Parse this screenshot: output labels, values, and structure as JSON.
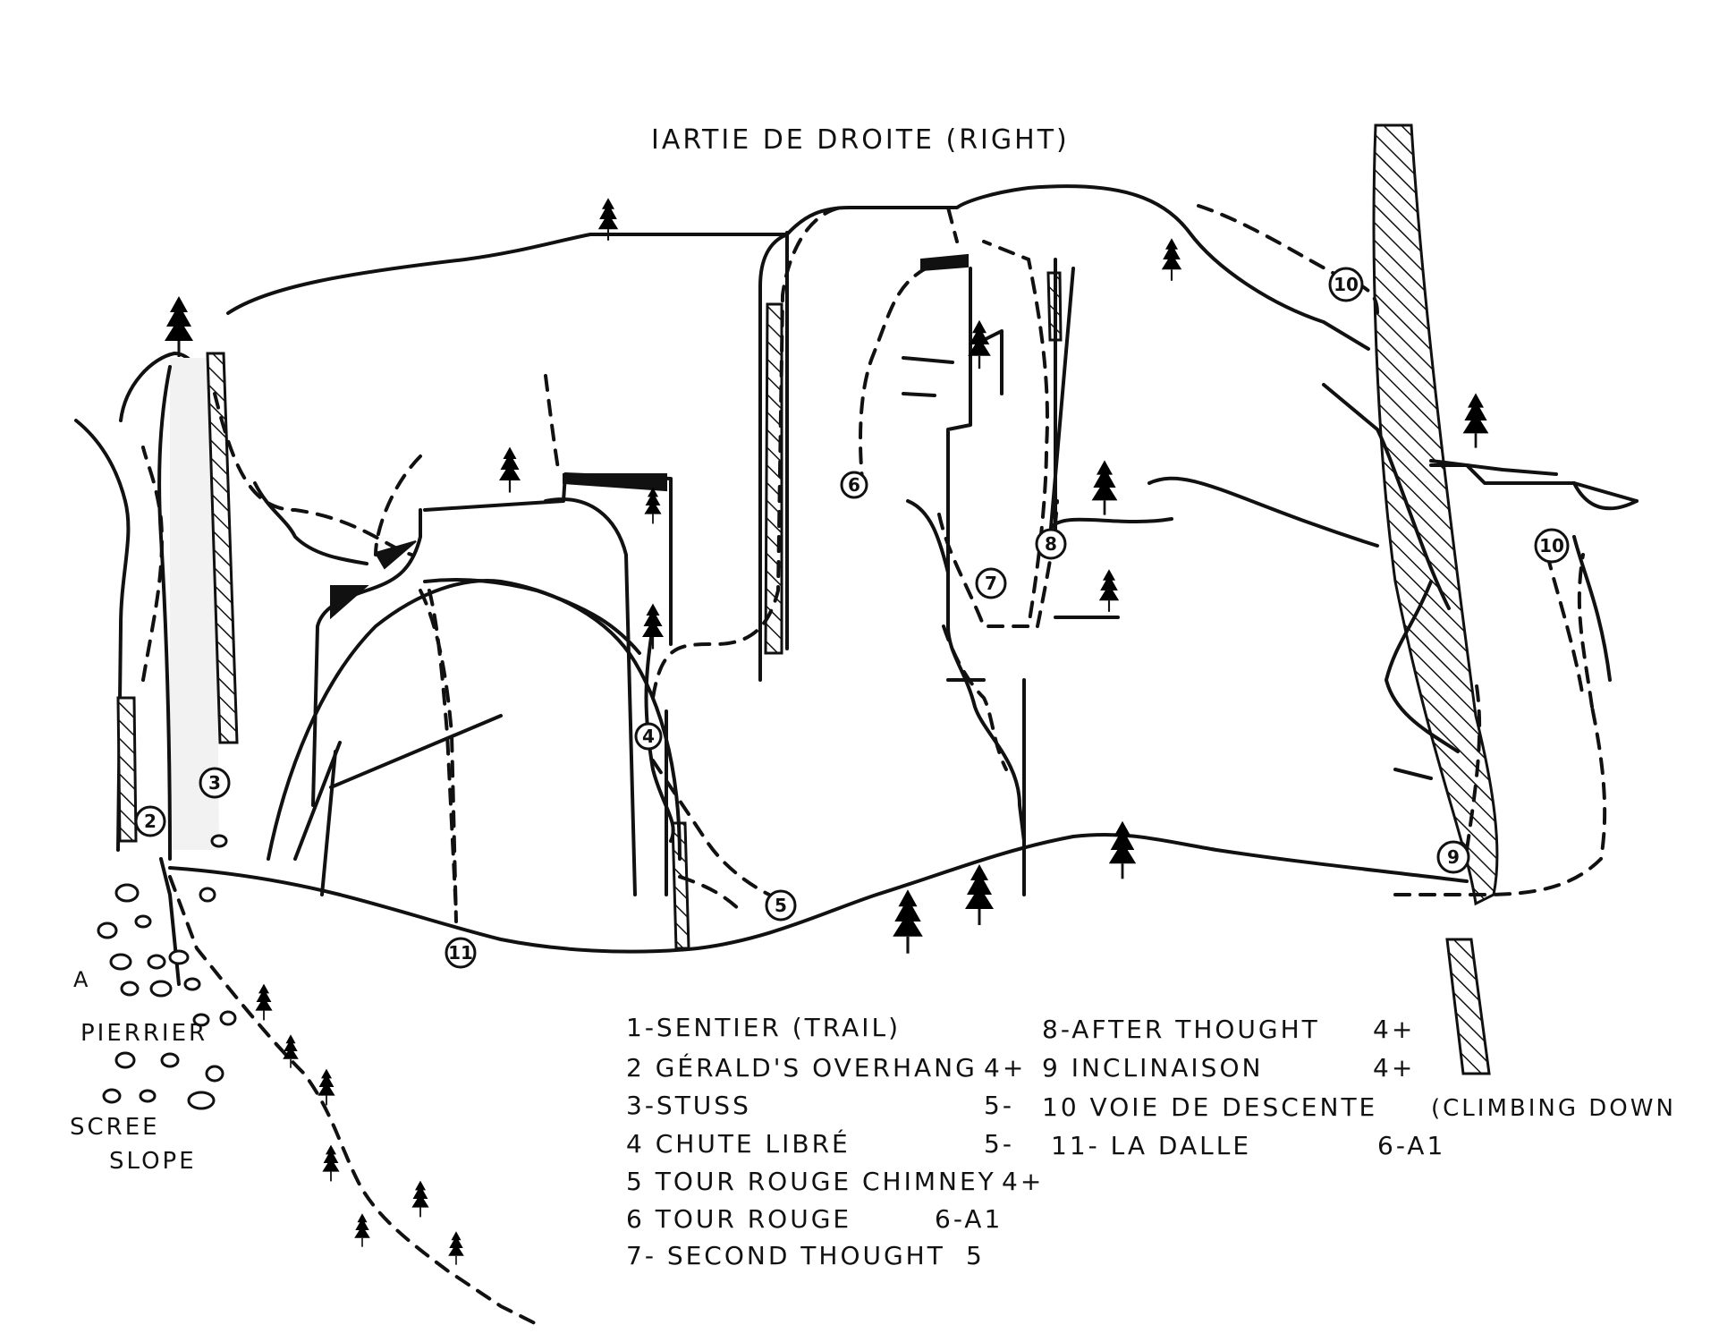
{
  "title": "IARTIE DE DROITE (RIGHT)",
  "labels": {
    "pierrier": "PIERRIER",
    "scree": "SCREE",
    "slope": "SLOPE",
    "pierrier_prefix": "A"
  },
  "route_markers": [
    "2",
    "3",
    "4",
    "5",
    "6",
    "7",
    "8",
    "9",
    "10",
    "10",
    "11"
  ],
  "legend": {
    "left": [
      {
        "name": "1-SENTIER (TRAIL)",
        "grade": ""
      },
      {
        "name": "2 GÉRALD'S OVERHANG",
        "grade": "4+"
      },
      {
        "name": "3-STUSS",
        "grade": "5-"
      },
      {
        "name": "4 CHUTE LIBRÉ",
        "grade": "5-"
      },
      {
        "name": "5 TOUR ROUGE CHIMNEY",
        "grade": "4+"
      },
      {
        "name": "6 TOUR ROUGE",
        "grade": "6-A1"
      },
      {
        "name": "7- SECOND THOUGHT",
        "grade": "5"
      }
    ],
    "right": [
      {
        "name": "8-AFTER THOUGHT",
        "grade": "4+"
      },
      {
        "name": "9 INCLINAISON",
        "grade": "4+"
      },
      {
        "name": "10 VOIE DE DESCENTE",
        "grade": "(CLIMBING DOWN"
      },
      {
        "name": "11- LA DALLE",
        "grade": "6-A1"
      }
    ]
  },
  "icons": [
    "tree-icon",
    "hatched-corner-icon",
    "boulder-icon"
  ]
}
